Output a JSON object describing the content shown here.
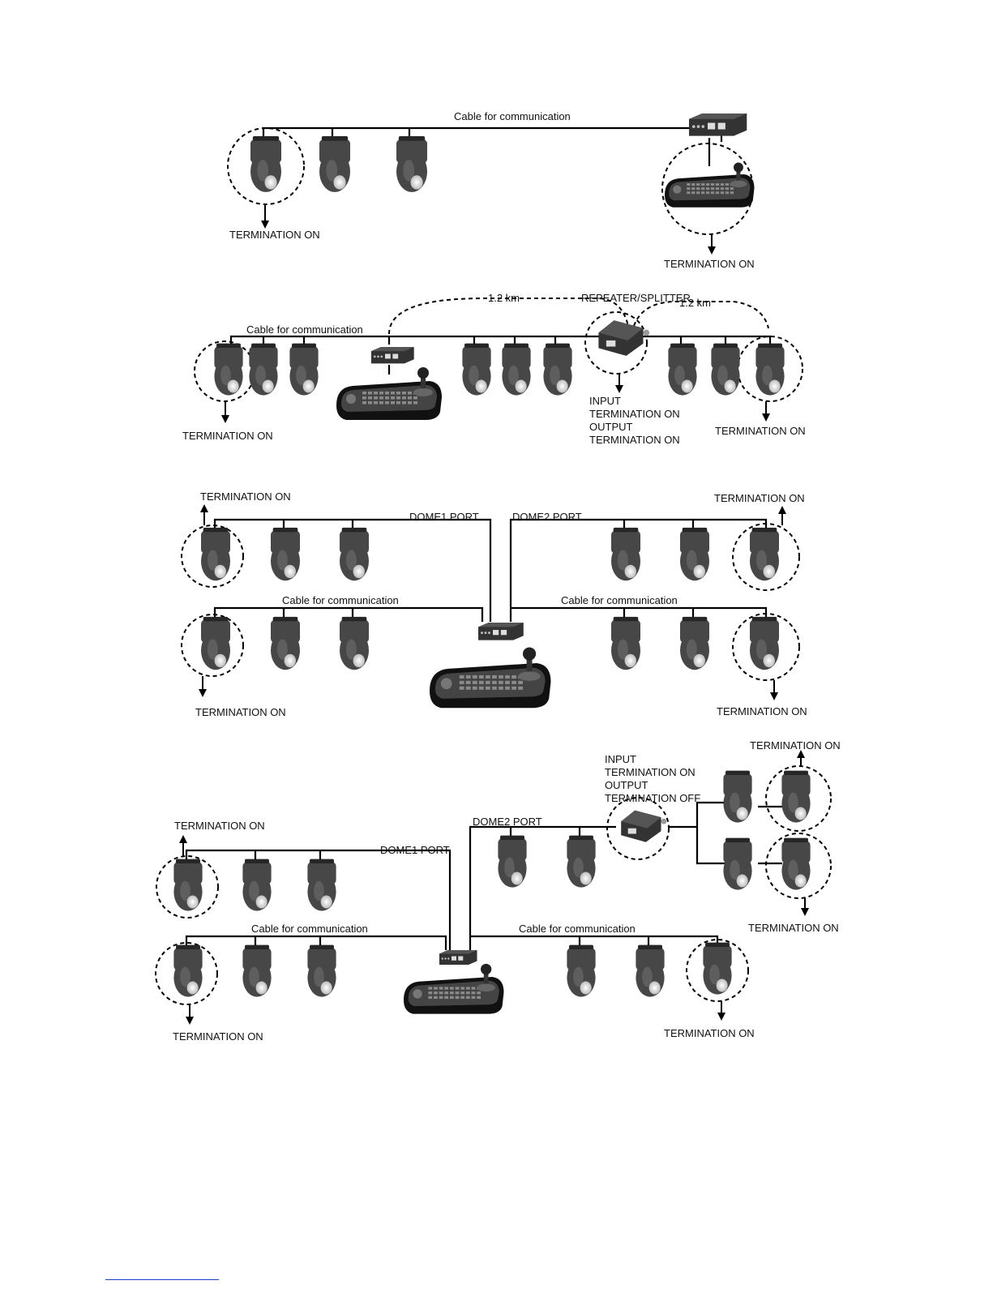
{
  "labels": {
    "cable": "Cable for communication",
    "termination_on": "TERMINATION ON",
    "termination_off": "TERMINATION OFF",
    "input": "INPUT",
    "output": "OUTPUT",
    "distance": "1.2 km",
    "repeater": "REPEATER/SPLITTER",
    "dome1_port": "DOME1 PORT",
    "dome2_port": "DOME2 PORT"
  },
  "colors": {
    "camera": "#474747",
    "camera_dark": "#262626",
    "lens": "#e4e4e4",
    "device": "#333333",
    "line": "#000000"
  }
}
